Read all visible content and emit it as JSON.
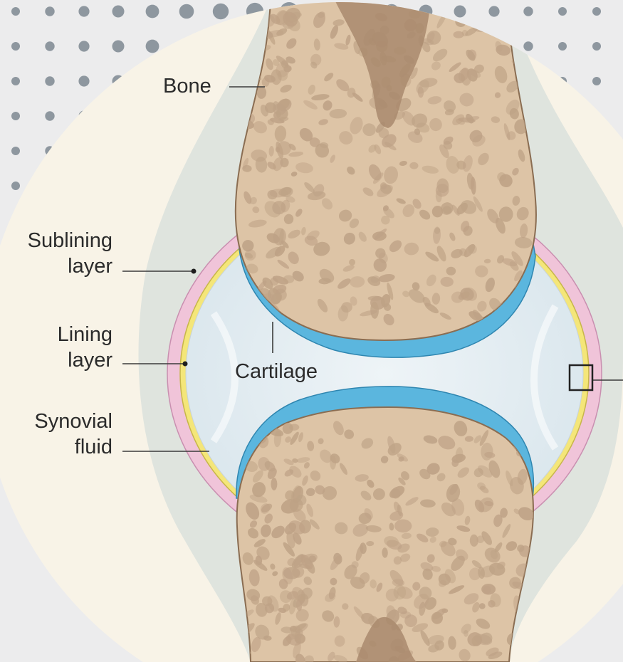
{
  "labels": {
    "bone": "Bone",
    "sublining": {
      "line1": "Sublining",
      "line2": "layer"
    },
    "lining": {
      "line1": "Lining",
      "line2": "layer"
    },
    "synovial": {
      "line1": "Synovial",
      "line2": "fluid"
    },
    "cartilage": "Cartilage"
  },
  "colors": {
    "page_background": "#ececed",
    "dot_pattern": "#8e979f",
    "circle_background": "#f8f3e7",
    "capsule_outer": "#dfe4de",
    "sublining_layer": "#f0c4d9",
    "lining_layer": "#f4e679",
    "synovial_fluid": "#e4edf1",
    "cartilage": "#5bb6de",
    "bone": "#ddc4a6",
    "bone_texture": "#bea286",
    "marrow_cavity": "#a98a6d",
    "leader_line": "#3a3a3a"
  },
  "icons": [
    "magnify-box-icon"
  ]
}
